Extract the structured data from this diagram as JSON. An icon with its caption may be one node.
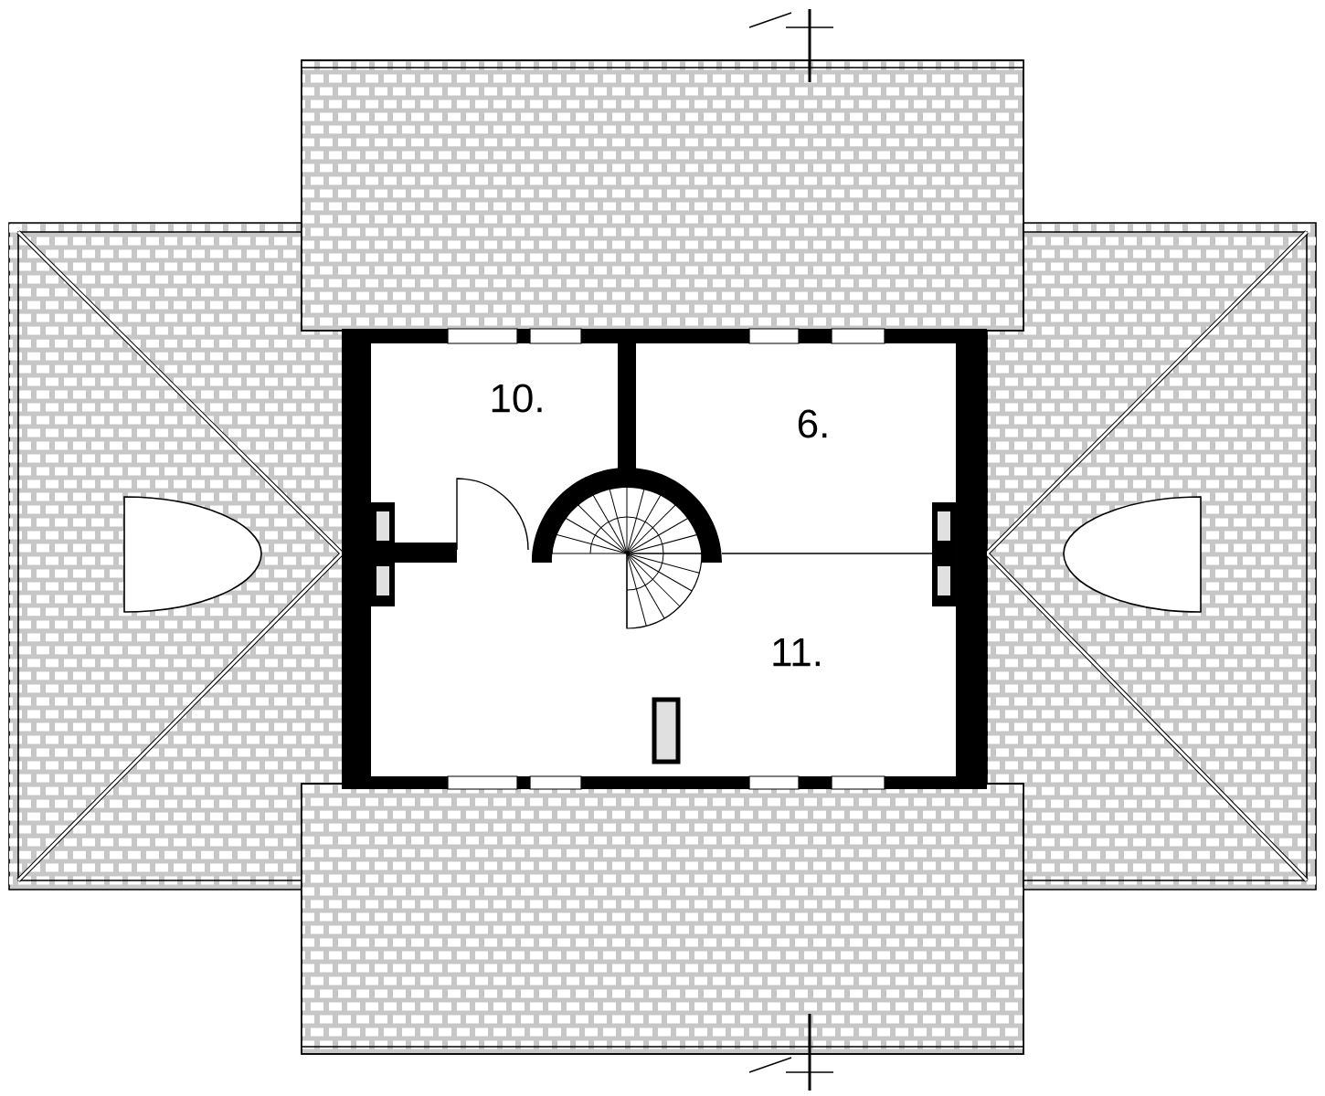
{
  "diagram": {
    "labels": [
      "10.",
      "6.",
      "11."
    ]
  }
}
